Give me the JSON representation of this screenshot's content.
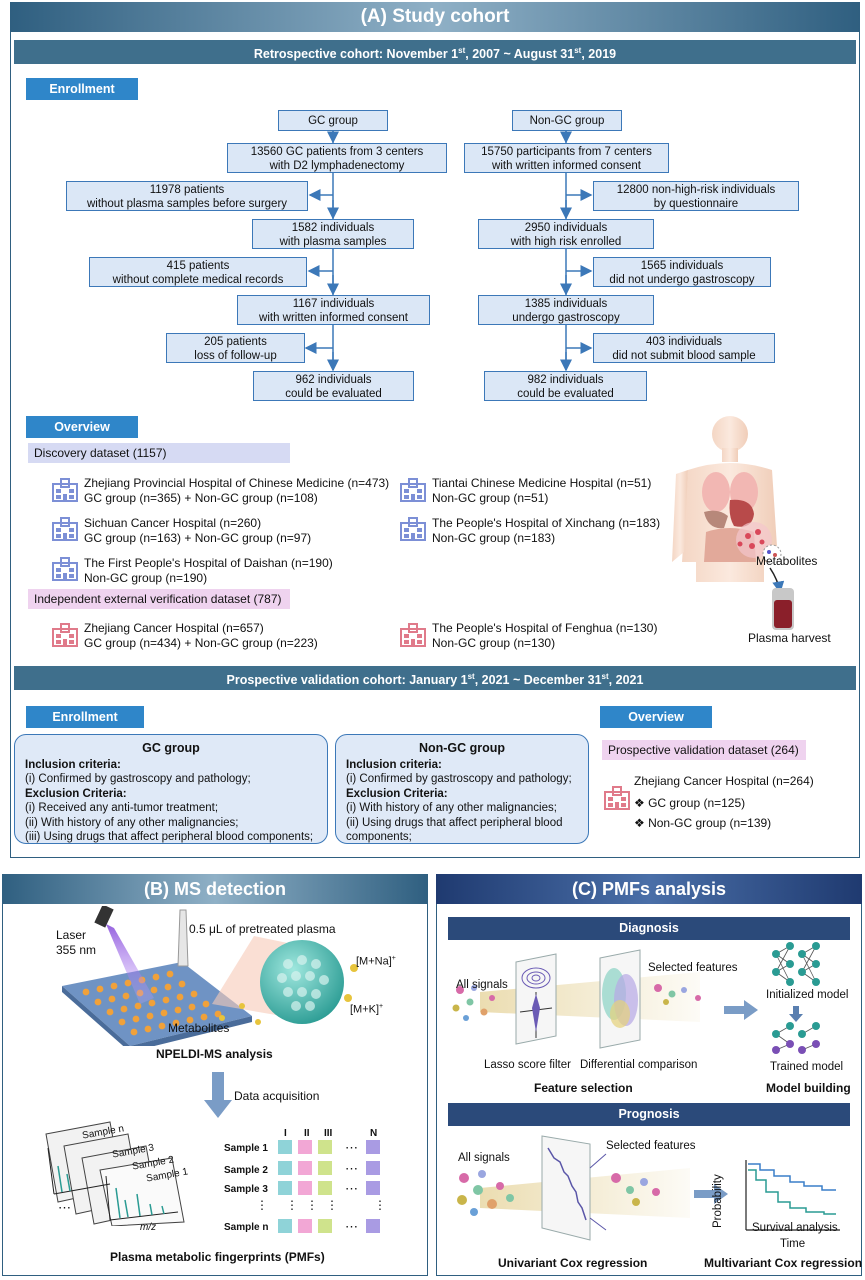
{
  "section_a": {
    "title": "(A) Study cohort",
    "retro_prefix": "Retrospective cohort: November 1",
    "retro_sup1": "st",
    "retro_mid": ", 2007 ~ August 31",
    "retro_sup2": "st",
    "retro_suffix": ", 2019",
    "enrollment": "Enrollment",
    "gc_flow": [
      [
        "GC group"
      ],
      [
        "13560 GC patients from 3 centers",
        "with D2 lymphadenectomy"
      ],
      [
        "11978 patients",
        "without plasma samples before surgery"
      ],
      [
        "1582 individuals",
        "with plasma samples"
      ],
      [
        "415 patients",
        "without complete medical records"
      ],
      [
        "1167 individuals",
        "with written informed consent"
      ],
      [
        "205 patients",
        "loss of follow-up"
      ],
      [
        "962 individuals",
        "could be evaluated"
      ]
    ],
    "nongc_flow": [
      [
        "Non-GC group"
      ],
      [
        "15750 participants from 7 centers",
        "with written informed consent"
      ],
      [
        "12800 non-high-risk individuals",
        "by questionnaire"
      ],
      [
        "2950 individuals",
        "with high risk enrolled"
      ],
      [
        "1565 individuals",
        "did not undergo gastroscopy"
      ],
      [
        "1385 individuals",
        "undergo gastroscopy"
      ],
      [
        "403 individuals",
        "did not submit  blood sample"
      ],
      [
        "982 individuals",
        "could be evaluated"
      ]
    ],
    "overview": "Overview",
    "discovery": "Discovery dataset (1157)",
    "external": "Independent external verification dataset (787)",
    "hospitals": [
      [
        "Zhejiang Provincial Hospital of Chinese Medicine (n=473)",
        "GC group (n=365) + Non-GC group (n=108)"
      ],
      [
        "Tiantai Chinese Medicine Hospital (n=51)",
        "Non-GC group (n=51)"
      ],
      [
        "Sichuan Cancer Hospital (n=260)",
        "GC group (n=163) + Non-GC group (n=97)"
      ],
      [
        "The People's Hospital of Xinchang (n=183)",
        "Non-GC group (n=183)"
      ],
      [
        "The First People's Hospital of Daishan (n=190)",
        "Non-GC group (n=190)"
      ],
      [
        "Zhejiang Cancer Hospital (n=657)",
        "GC group (n=434) + Non-GC group (n=223)"
      ],
      [
        "The People's Hospital of Fenghua (n=130)",
        "Non-GC group (n=130)"
      ]
    ],
    "metabolites": "Metabolites",
    "plasma_harvest": "Plasma harvest",
    "pro_prefix": "Prospective validation cohort: January 1",
    "pro_sup1": "st",
    "pro_mid": ", 2021 ~ December 31",
    "pro_sup2": "st",
    "pro_suffix": ", 2021",
    "enrollment2": "Enrollment",
    "overview2": "Overview",
    "gc_crit": {
      "title": "GC group",
      "inc": "Inclusion criteria:",
      "inc1": "(i) Confirmed by gastroscopy and pathology;",
      "exc": "Exclusion Criteria:",
      "exc1": "(i) Received any anti-tumor treatment;",
      "exc2": "(ii) With history of any other malignancies;",
      "exc3": "(iii) Using drugs that affect peripheral blood components;"
    },
    "nongc_crit": {
      "title": "Non-GC group",
      "inc": "Inclusion criteria:",
      "inc1": "(i) Confirmed by gastroscopy and pathology;",
      "exc": "Exclusion Criteria:",
      "exc1": "(i) With history of any other malignancies;",
      "exc2": "(ii) Using drugs that affect peripheral blood",
      "exc3": "components;"
    },
    "pro_dataset": "Prospective validation dataset (264)",
    "pro_hosp": "Zhejiang Cancer Hospital (n=264)",
    "pro_gc": "GC group (n=125)",
    "pro_nongc": "Non-GC group (n=139)"
  },
  "section_b": {
    "title": "(B) MS detection",
    "laser": "Laser",
    "nm": "355 nm",
    "plasma": "0.5 μL of pretreated plasma",
    "mna": "[M+Na]",
    "mk": "[M+K]",
    "plus": "+",
    "metabolites": "Metabolites",
    "analysis": "NPELDI-MS analysis",
    "acq": "Data acquisition",
    "sample_n": "Sample n",
    "sample_3": "Sample 3",
    "sample_2": "Sample 2",
    "sample_1": "Sample 1",
    "mz": "m/z",
    "cols": [
      "I",
      "II",
      "III",
      "N"
    ],
    "rows": [
      "Sample 1",
      "Sample 2",
      "Sample 3",
      "Sample n"
    ],
    "dots": "⋯",
    "vdots": "⋮",
    "pmfs": "Plasma metabolic fingerprints (PMFs)"
  },
  "section_c": {
    "title": "(C) PMFs analysis",
    "diagnosis": "Diagnosis",
    "all_signals": "All signals",
    "selected": "Selected features",
    "lasso": "Lasso score filter",
    "diff": "Differential comparison",
    "fs": "Feature selection",
    "init": "Initialized model",
    "trained": "Trained model",
    "mb": "Model building",
    "prognosis": "Prognosis",
    "all_signals2": "All signals",
    "selected2": "Selected features",
    "unicox": "Univariant Cox regression",
    "prob": "Probability",
    "surv": "Survival analysis",
    "time": "Time",
    "multicox": "Multivariant Cox regression"
  },
  "colors": {
    "banner": "#2f5f80",
    "bar": "#3f6f8c",
    "tag": "#2f86c9",
    "box": "#dbe7f6",
    "pink": "#efd3ef",
    "lav": "#d6daf3"
  }
}
